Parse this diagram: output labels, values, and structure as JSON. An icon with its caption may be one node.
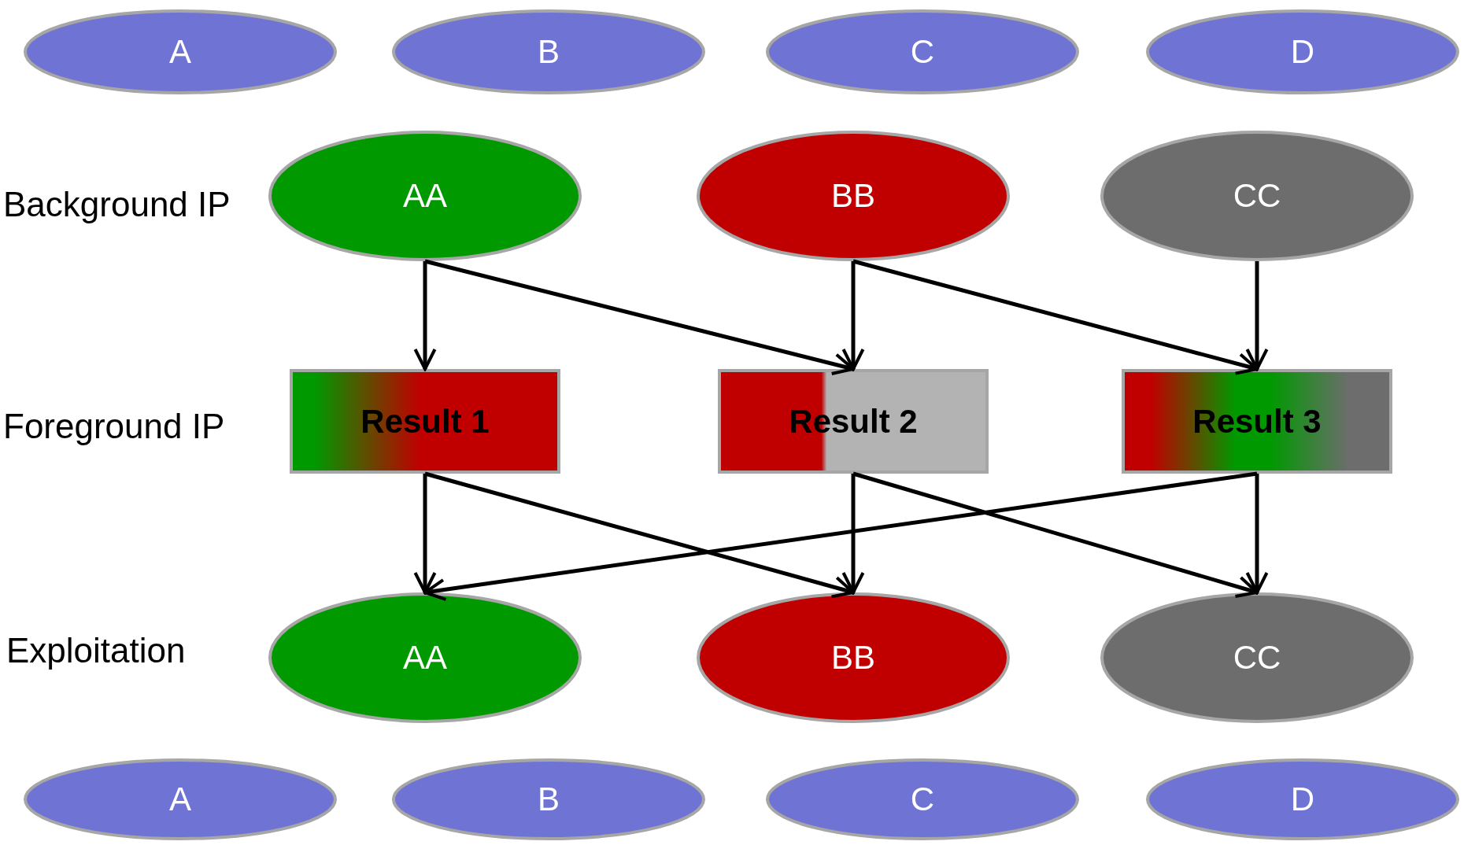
{
  "diagram": {
    "nodes": [
      {
        "text": [
          "A"
        ]
      },
      {
        "text": [
          "B"
        ]
      },
      {
        "text": [
          "C"
        ]
      },
      {
        "text": [
          "D"
        ]
      },
      {
        "text": [
          "AA"
        ]
      },
      {
        "text": [
          "BB"
        ]
      },
      {
        "text": [
          "CC"
        ]
      },
      {
        "text": [
          "Result 1"
        ]
      },
      {
        "text": [
          "Result 2"
        ]
      },
      {
        "text": [
          "Result 3"
        ]
      },
      {
        "text": [
          "AA"
        ]
      },
      {
        "text": [
          "BB"
        ]
      },
      {
        "text": [
          "CC"
        ]
      },
      {
        "text": [
          "A"
        ]
      },
      {
        "text": [
          "B"
        ]
      },
      {
        "text": [
          "C"
        ]
      },
      {
        "text": [
          "D"
        ]
      }
    ],
    "edges": [
      {
        "from": 4,
        "to": 7,
        "arrow": "to"
      },
      {
        "from": 4,
        "to": 8,
        "arrow": "to"
      },
      {
        "from": 5,
        "to": 8,
        "arrow": "to"
      },
      {
        "from": 5,
        "to": 9,
        "arrow": "to"
      },
      {
        "from": 6,
        "to": 9,
        "arrow": "to"
      },
      {
        "from": 7,
        "to": 10,
        "arrow": "to"
      },
      {
        "from": 7,
        "to": 11,
        "arrow": "to"
      },
      {
        "from": 8,
        "to": 11,
        "arrow": "to"
      },
      {
        "from": 8,
        "to": 12,
        "arrow": "to"
      },
      {
        "from": 9,
        "to": 10,
        "arrow": "to"
      },
      {
        "from": 9,
        "to": 12,
        "arrow": "to"
      }
    ],
    "labels": [
      "Background IP",
      "Foreground IP",
      "Exploitation"
    ]
  }
}
